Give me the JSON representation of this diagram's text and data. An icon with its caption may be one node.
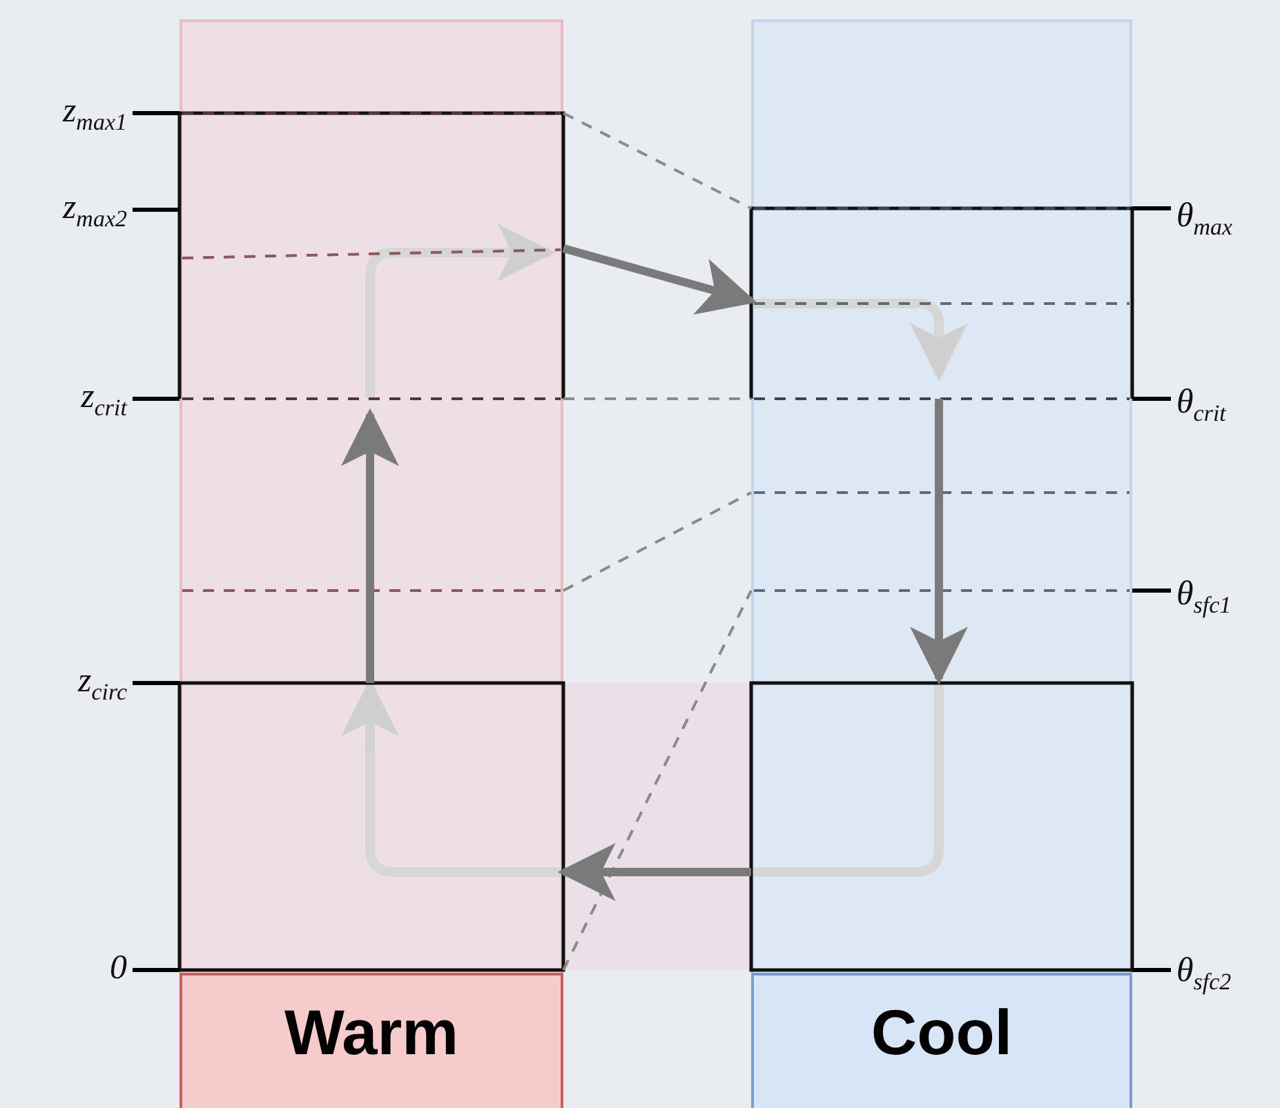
{
  "diagram": {
    "nodes": [
      {
        "text": [
          "Warm"
        ]
      },
      {
        "text": [
          "Cool"
        ]
      }
    ],
    "edges": [
      {
        "from": 0,
        "to": 1,
        "arrow": "to"
      },
      {
        "from": 1,
        "to": 0,
        "arrow": "to"
      }
    ],
    "labels": [
      "z$_{max}$$_{1}$",
      "z$_{max}$$_{2}$",
      "θ$_{max}$",
      "z$_{crit}$",
      "θ$_{crit}$",
      "θ$_{sfc}$$_{1}$",
      "z$_{circ}$",
      "0",
      "θ$_{sfc}$$_{2}$"
    ]
  }
}
